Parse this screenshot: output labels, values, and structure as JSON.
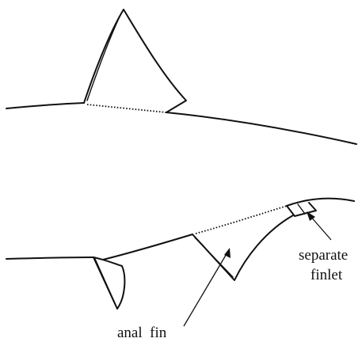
{
  "annotations": {
    "finlet_label_line1": "separate",
    "finlet_label_line2": "finlet",
    "anal_fin_label": "anal  fin"
  }
}
